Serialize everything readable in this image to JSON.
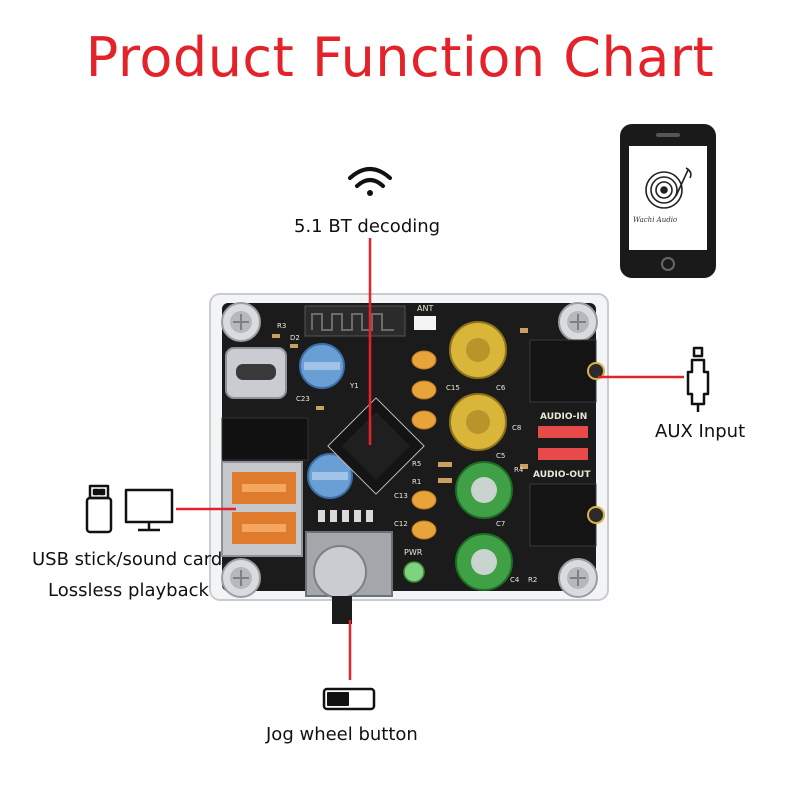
{
  "title": "Product Function Chart",
  "callouts": {
    "bt": "5.1 BT decoding",
    "aux": "AUX Input",
    "usb_line1": "USB stick/sound card",
    "usb_line2": "Lossless playback",
    "jog": "Jog wheel button"
  },
  "board_marks": {
    "ant": "ANT",
    "audio_in": "AUDIO-IN",
    "audio_out": "AUDIO-OUT",
    "pwr": "PWR",
    "r3": "R3",
    "d2": "D2",
    "c23": "C23",
    "y1": "Y1",
    "c15": "C15",
    "c6": "C6",
    "c5": "C5",
    "c8": "C8",
    "r4": "R4",
    "r5": "R5",
    "r1": "R1",
    "c13": "C13",
    "c12": "C12",
    "c7": "C7",
    "c4": "C4",
    "r2": "R2"
  },
  "phone_logo_text": "Wachi Audio",
  "colors": {
    "accent": "#e3222a",
    "board": "#1b1b1b",
    "cap_gold": "#d9b53a",
    "cap_green": "#3fa046",
    "cap_blue": "#6a9fd6",
    "small_cap": "#e8a43a"
  }
}
